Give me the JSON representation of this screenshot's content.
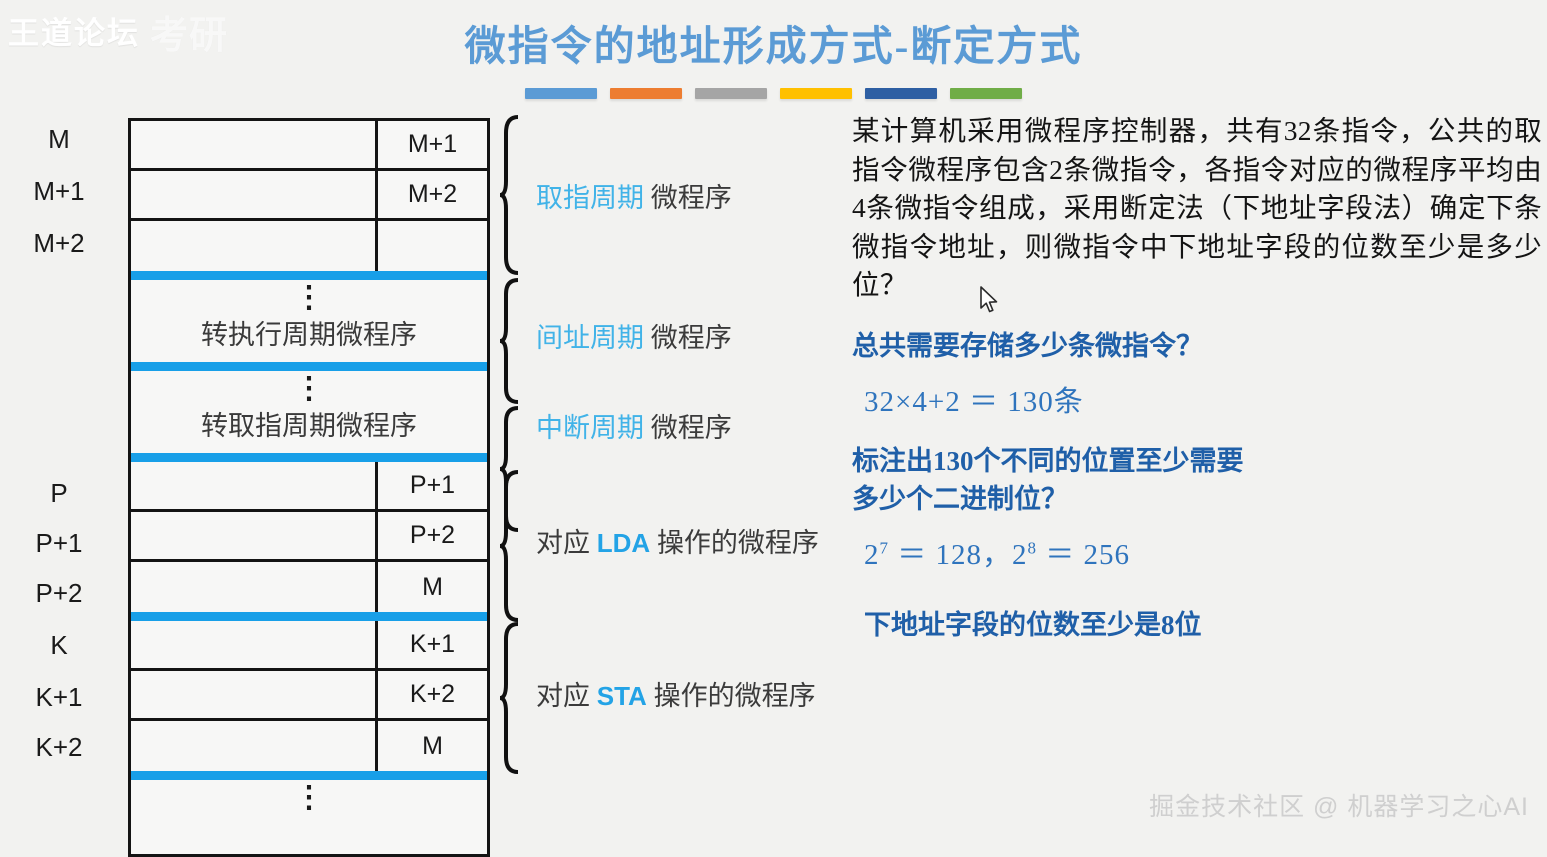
{
  "slide": {
    "title": "微指令的地址形成方式-断定方式",
    "accent_bars": [
      "#5b9bd5",
      "#ed7d31",
      "#a5a5a5",
      "#ffc000",
      "#2e5fa3",
      "#70ad47"
    ],
    "blue_separator_color": "#189fe8",
    "title_color": "#5b9bd5"
  },
  "watermarks": {
    "top_left": "王道论坛",
    "top_left_ghost": "考研",
    "bottom_right": "掘金技术社区 @ 机器学习之心AI"
  },
  "diagram": {
    "row_labels": [
      "M",
      "M+1",
      "M+2",
      "P",
      "P+1",
      "P+2",
      "K",
      "K+1",
      "K+2"
    ],
    "rows": [
      {
        "label": "M",
        "next": "M+1",
        "divider": true
      },
      {
        "label": "M+1",
        "next": "M+2",
        "divider": true
      },
      {
        "label": "M+2",
        "next": "",
        "divider": true
      },
      {
        "label": "P",
        "next": "P+1",
        "divider": true
      },
      {
        "label": "P+1",
        "next": "P+2",
        "divider": true
      },
      {
        "label": "P+2",
        "next": "M",
        "divider": true
      },
      {
        "label": "K",
        "next": "K+1",
        "divider": true
      },
      {
        "label": "K+1",
        "next": "K+2",
        "divider": true
      },
      {
        "label": "K+2",
        "next": "M",
        "divider": true
      }
    ],
    "sections": [
      {
        "dots": "⋮",
        "text": "转执行周期微程序"
      },
      {
        "dots": "⋮",
        "text": "转取指周期微程序"
      },
      {
        "dots": "⋮",
        "text": ""
      }
    ],
    "braces": [
      {
        "highlight": "取指周期",
        "rest": " 微程序",
        "style": "cn"
      },
      {
        "highlight": "间址周期",
        "rest": " 微程序",
        "style": "cn"
      },
      {
        "highlight": "中断周期",
        "rest": " 微程序",
        "style": "cn"
      },
      {
        "prefix": "对应 ",
        "highlight": "LDA",
        "rest": " 操作的微程序",
        "style": "en"
      },
      {
        "prefix": "对应 ",
        "highlight": "STA",
        "rest": " 操作的微程序",
        "style": "en"
      }
    ]
  },
  "panel": {
    "problem": "某计算机采用微程序控制器，共有32条指令，公共的取指令微程序包含2条微指令，各指令对应的微程序平均由4条微指令组成，采用断定法（下地址字段法）确定下条微指令地址，则微指令中下地址字段的位数至少是多少位？",
    "question_1": "总共需要存储多少条微指令？",
    "calc_1": "32×4+2 ＝ 130条",
    "question_2_line1": "标注出130个不同的位置至少需要",
    "question_2_line2": "多少个二进制位？",
    "calc_2_a_base": "2",
    "calc_2_a_exp": "7",
    "calc_2_a_val": " ＝ 128，",
    "calc_2_b_base": "2",
    "calc_2_b_exp": "8",
    "calc_2_b_val": " ＝ 256",
    "answer": "下地址字段的位数至少是8位"
  }
}
